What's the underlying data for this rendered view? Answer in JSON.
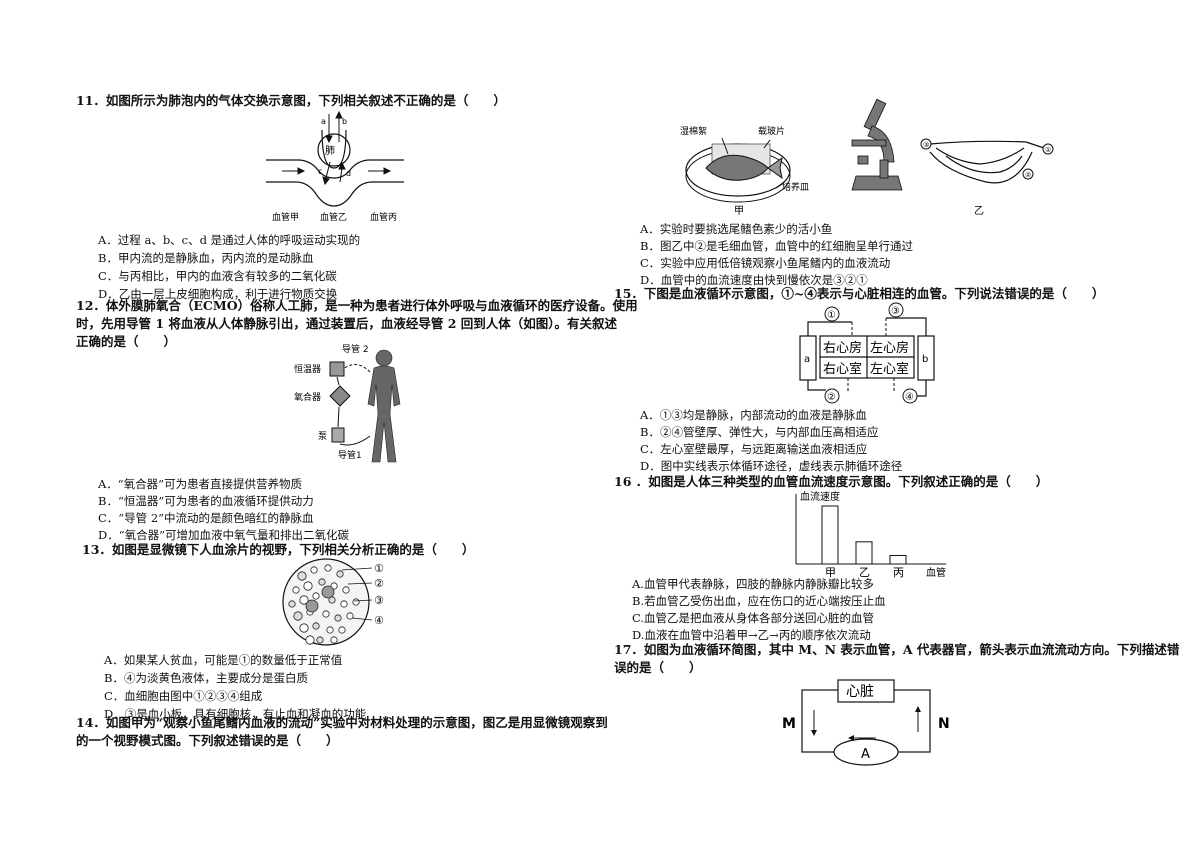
{
  "q11": {
    "stem": "11．如图所示为肺泡内的气体交换示意图，下列相关叙述不正确的是（　　）",
    "fig": {
      "lung": "肺",
      "a": "a",
      "b": "b",
      "c": "c",
      "d": "d",
      "v1": "血管甲",
      "v2": "血管乙",
      "v3": "血管丙"
    },
    "options": [
      "A．过程 a、b、c、d 是通过人体的呼吸运动实现的",
      "B．甲内流的是静脉血，丙内流的是动脉血",
      "C．与丙相比，甲内的血液含有较多的二氧化碳",
      "D．乙由一层上皮细胞构成，利于进行物质交换"
    ]
  },
  "q12": {
    "stem_l1": "12．体外膜肺氧合（ECMO）俗称人工肺，是一种为患者进行体外呼吸与血液循环的医疗设备。使用",
    "stem_l2": "时，先用导管 1 将血液从人体静脉引出，通过装置后，血液经导管 2 回到人体（如图）。有关叙述",
    "stem_l3": "正确的是（　　）",
    "fig": {
      "tube2": "导管 2",
      "thermo": "恒温器",
      "oxy": "氧合器",
      "pump": "泵",
      "tube1": "导管1"
    },
    "options": [
      "A．“氧合器”可为患者直接提供营养物质",
      "B．“恒温器”可为患者的血液循环提供动力",
      "C．“导管 2”中流动的是颜色暗红的静脉血",
      "D．“氧合器”可增加血液中氧气量和排出二氧化碳"
    ]
  },
  "q13": {
    "stem": "13．如图是显微镜下人血涂片的视野，下列相关分析正确的是（　　）",
    "fig": {
      "n1": "①",
      "n2": "②",
      "n3": "③",
      "n4": "④"
    },
    "options": [
      "A．如果某人贫血，可能是①的数量低于正常值",
      "B．④为淡黄色液体，主要成分是蛋白质",
      "C．血细胞由图中①②③④组成",
      "D．③是血小板，具有细胞核，有止血和凝血的功能"
    ]
  },
  "q14": {
    "stem_l1": "14．如图甲为“观察小鱼尾鳍内血液的流动”实验中对材料处理的示意图，图乙是用显微镜观察到",
    "stem_l2": "的一个视野模式图。下列叙述错误的是（　　）",
    "fig": {
      "cotton": "湿棉絮",
      "slide": "载玻片",
      "dish": "培养皿",
      "jia": "甲",
      "yi": "乙",
      "n1": "①",
      "n2": "②",
      "n3": "③"
    },
    "options": [
      "A．实验时要挑选尾鳍色素少的活小鱼",
      "B．图乙中②是毛细血管，血管中的红细胞呈单行通过",
      "C．实验中应用低倍镜观察小鱼尾鳍内的血液流动",
      "D．血管中的血流速度由快到慢依次是③②①"
    ]
  },
  "q15": {
    "stem": "15．下图是血液循环示意图，①~④表示与心脏相连的血管。下列说法错误的是（　　）",
    "fig": {
      "ra": "右心房",
      "la": "左心房",
      "rv": "右心室",
      "lv": "左心室",
      "a": "a",
      "b": "b",
      "n1": "①",
      "n2": "②",
      "n3": "③",
      "n4": "④"
    },
    "options": [
      "A．①③均是静脉，内部流动的血液是静脉血",
      "B．②④管壁厚、弹性大，与内部血压高相适应",
      "C．左心室壁最厚，与远距离输送血液相适应",
      "D．图中实线表示体循环途径，虚线表示肺循环途径"
    ]
  },
  "q16": {
    "stem": "16 ．如图是人体三种类型的血管血流速度示意图。下列叙述正确的是（　　）",
    "chart_data": {
      "type": "bar",
      "categories": [
        "甲",
        "乙",
        "丙"
      ],
      "values": [
        6.8,
        2.6,
        1.0
      ],
      "ylabel": "血流速度",
      "xlabel": "血管"
    },
    "options": [
      "A.血管甲代表静脉，四肢的静脉内静脉瓣比较多",
      "B.若血管乙受伤出血，应在伤口的近心端按压止血",
      "C.血管乙是把血液从身体各部分送回心脏的血管",
      "D.血液在血管中沿着甲→乙→丙的顺序依次流动"
    ]
  },
  "q17": {
    "stem_l1": "17．如图为血液循环简图，其中 M、N 表示血管，A 代表器官，箭头表示血流流动方向。下列描述错",
    "stem_l2": "误的是（　　）",
    "fig": {
      "heart": "心脏",
      "m": "M",
      "n": "N",
      "a": "A"
    }
  }
}
